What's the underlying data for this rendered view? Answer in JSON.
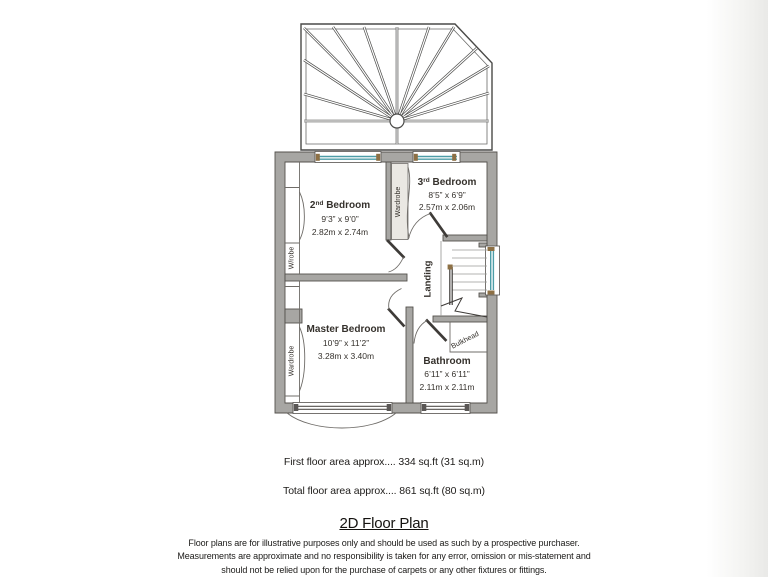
{
  "plan": {
    "colors": {
      "wall": "#a7a6a3",
      "wall_outline": "#54514d",
      "window_glass": "#4d9da7",
      "window_cap": "#8d7045",
      "line": "#6f6c68",
      "text": "#35312c",
      "closet_fill": "#eae8e3"
    },
    "rooms": {
      "bedroom2": {
        "num": "2",
        "sup": "nd",
        "rest": " Bedroom",
        "imperial": "9’3” x 9’0”",
        "metric": "2.82m x 2.74m"
      },
      "bedroom3": {
        "num": "3",
        "sup": "rd",
        "rest": " Bedroom",
        "imperial": "8’5” x 6’9”",
        "metric": "2.57m x 2.06m"
      },
      "master": {
        "label": "Master Bedroom",
        "imperial": "10’9” x 11’2”",
        "metric": "3.28m x 3.40m"
      },
      "bathroom": {
        "label": "Bathroom",
        "imperial": "6’11” x 6’11”",
        "metric": "2.11m x 2.11m"
      },
      "landing": {
        "label": "Landing"
      },
      "bulkhead": {
        "label": "Bulkhead"
      },
      "wrobe": {
        "label": "W/robe"
      },
      "wardrobe_master": {
        "label": "Wardrobe"
      },
      "wardrobe_between": {
        "label": "Wardrobe"
      }
    }
  },
  "summary": {
    "first_floor": "First floor area approx.... 334 sq.ft (31 sq.m)",
    "total_floor": "Total floor area approx.... 861 sq.ft (80 sq.m)"
  },
  "title": "2D Floor Plan",
  "disclaimer": {
    "line1": "Floor plans are for illustrative purposes only and should be used as such by a prospective purchaser.",
    "line2": "Measurements are approximate and no responsibility is taken for any error, omission or mis-statement and",
    "line3": "should not be relied upon for the purchase of carpets or any other fixtures or fittings."
  }
}
